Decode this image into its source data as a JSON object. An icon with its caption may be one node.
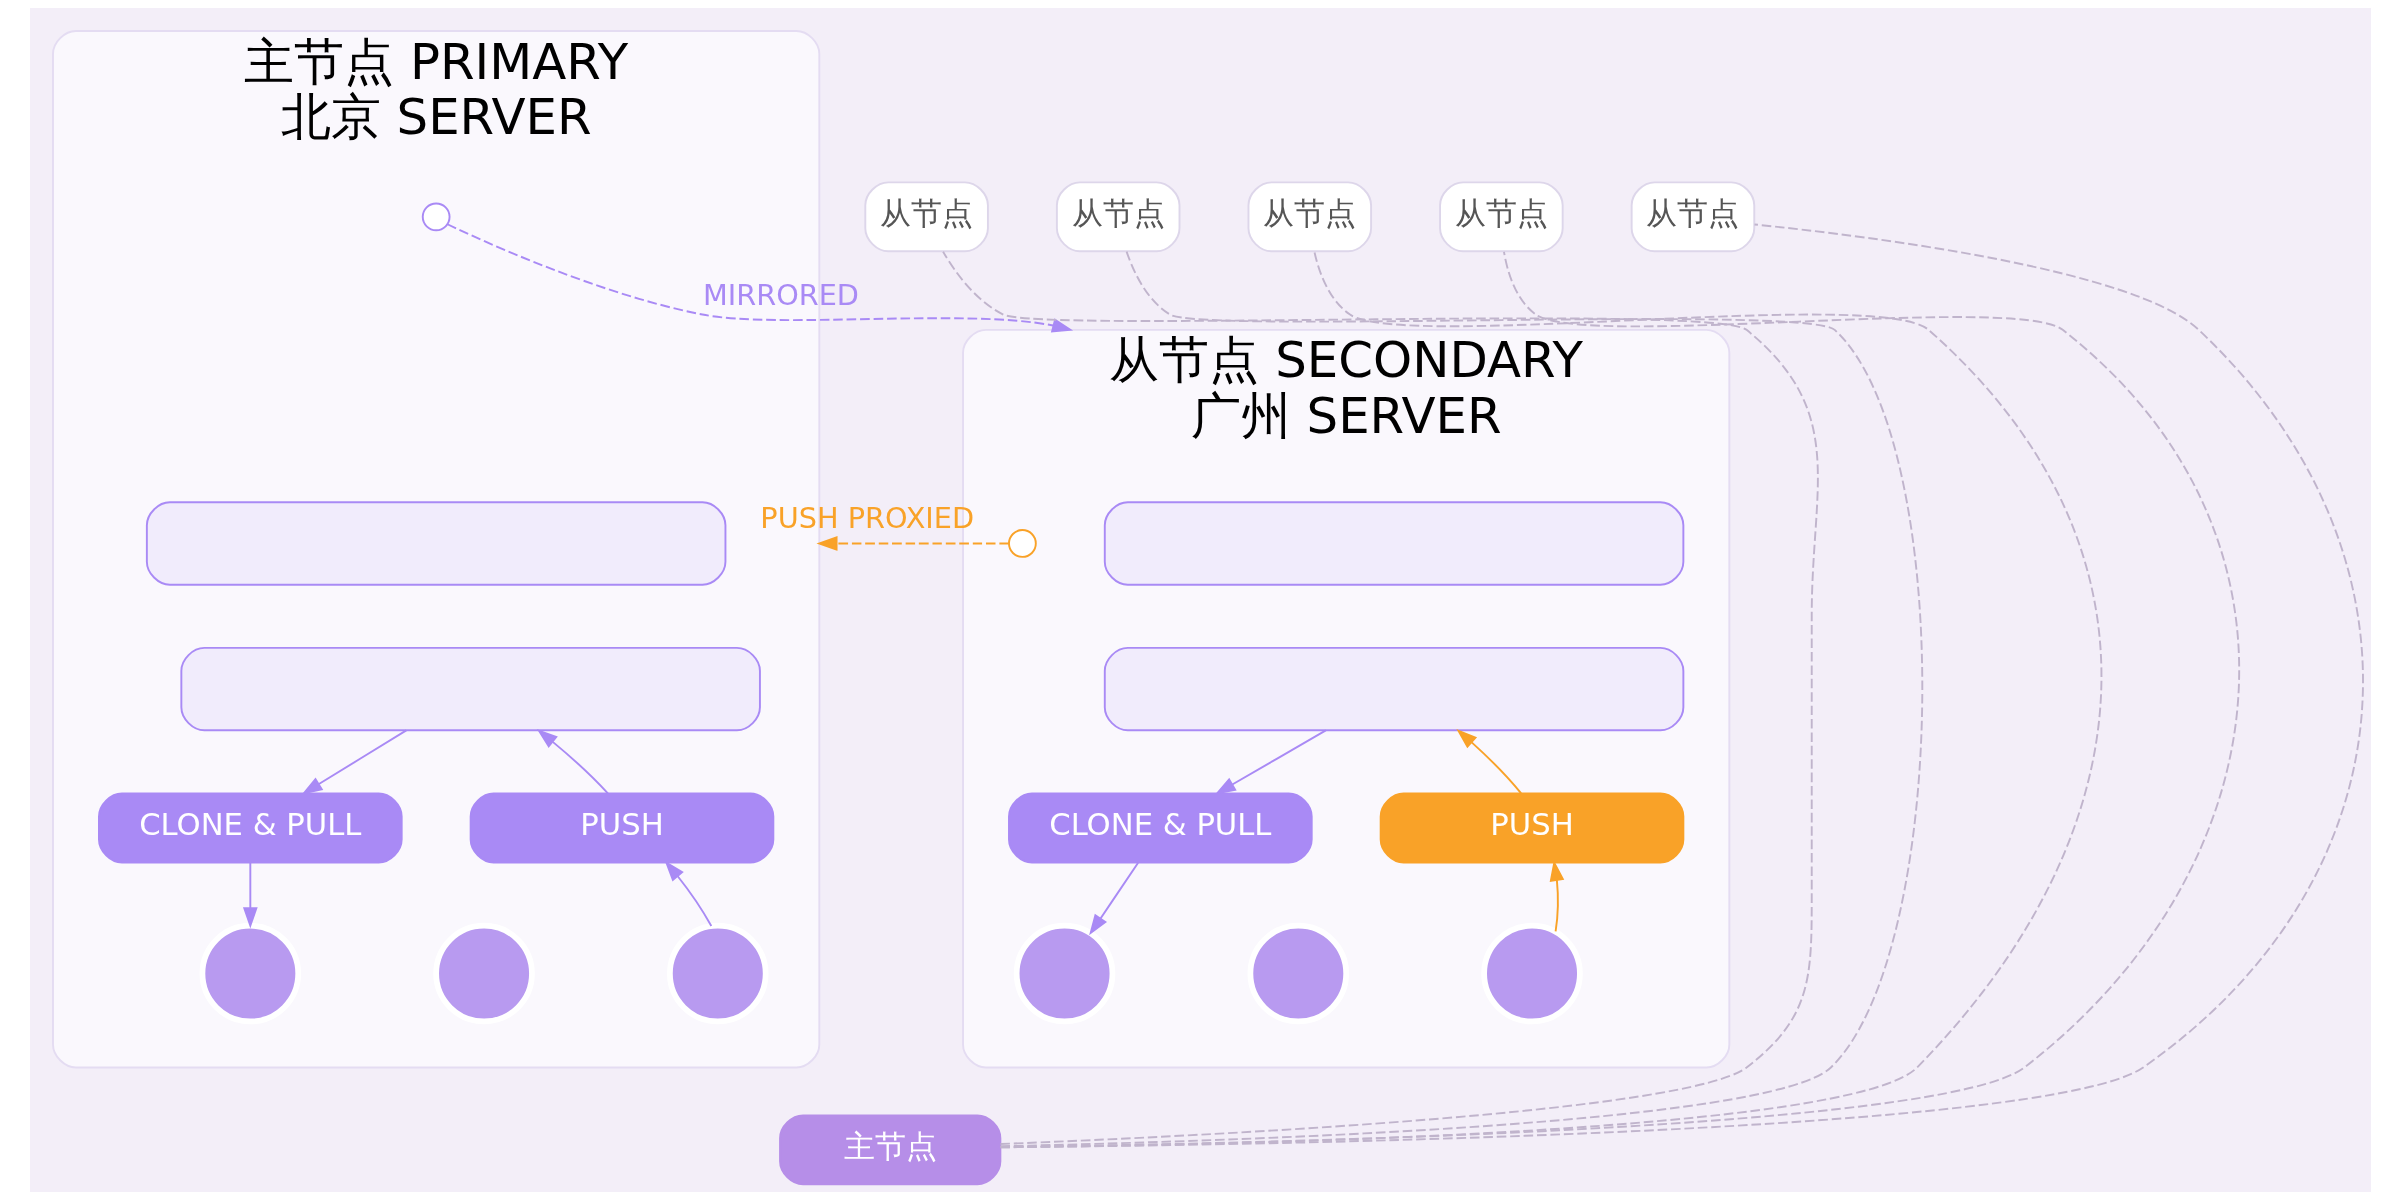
{
  "diagram": {
    "nodes": [
      {
        "text": [
          "主节点 PRIMARY",
          "北京 SERVER"
        ]
      },
      {
        "text": [],
        "shape": "box",
        "in": 0
      },
      {
        "text": [],
        "shape": "box",
        "in": 0
      },
      {
        "text": [
          "CLONE & PULL"
        ],
        "in": 0
      },
      {
        "text": [
          "PUSH"
        ],
        "in": 0
      },
      {
        "text": [],
        "shape": "circle",
        "in": 0
      },
      {
        "text": [],
        "shape": "circle",
        "in": 0
      },
      {
        "text": [],
        "shape": "circle",
        "in": 0
      },
      {
        "text": [],
        "shape": "circle",
        "in": 0
      },
      {
        "text": [
          "从节点 SECONDARY",
          "广州 SERVER"
        ]
      },
      {
        "text": [],
        "shape": "box",
        "in": 9
      },
      {
        "text": [],
        "shape": "box",
        "in": 9
      },
      {
        "text": [
          "CLONE & PULL"
        ],
        "in": 9
      },
      {
        "text": [
          "PUSH"
        ],
        "in": 9
      },
      {
        "text": [],
        "shape": "circle",
        "in": 9
      },
      {
        "text": [],
        "shape": "circle",
        "in": 9
      },
      {
        "text": [],
        "shape": "circle",
        "in": 9
      },
      {
        "text": [],
        "shape": "circle",
        "in": 9
      },
      {
        "text": [
          "主节点"
        ]
      },
      {
        "text": [
          "从节点"
        ]
      },
      {
        "text": [
          "从节点"
        ]
      },
      {
        "text": [
          "从节点"
        ]
      },
      {
        "text": [
          "从节点"
        ]
      },
      {
        "text": [
          "从节点"
        ]
      }
    ],
    "edges": [
      {
        "from": 8,
        "to": 9,
        "arrow": "to",
        "label": "MIRRORED",
        "style": "dashed"
      },
      {
        "from": 17,
        "to": 0,
        "arrow": "to",
        "label": "PUSH PROXIED",
        "style": "dashed",
        "color": "#f9a228"
      },
      {
        "from": 2,
        "to": 3,
        "arrow": "to"
      },
      {
        "from": 3,
        "to": 5,
        "arrow": "to"
      },
      {
        "from": 7,
        "to": 4,
        "arrow": "to"
      },
      {
        "from": 4,
        "to": 2,
        "arrow": "to"
      },
      {
        "from": 11,
        "to": 12,
        "arrow": "to"
      },
      {
        "from": 12,
        "to": 14,
        "arrow": "to"
      },
      {
        "from": 16,
        "to": 13,
        "arrow": "to",
        "color": "#f9a228"
      },
      {
        "from": 13,
        "to": 11,
        "arrow": "to",
        "color": "#f9a228"
      },
      {
        "from": 18,
        "to": 19,
        "arrow": "none",
        "style": "dashed",
        "color": "#c0b4cc"
      },
      {
        "from": 18,
        "to": 20,
        "arrow": "none",
        "style": "dashed",
        "color": "#c0b4cc"
      },
      {
        "from": 18,
        "to": 21,
        "arrow": "none",
        "style": "dashed",
        "color": "#c0b4cc"
      },
      {
        "from": 18,
        "to": 22,
        "arrow": "none",
        "style": "dashed",
        "color": "#c0b4cc"
      },
      {
        "from": 18,
        "to": 23,
        "arrow": "none",
        "style": "dashed",
        "color": "#c0b4cc"
      }
    ]
  }
}
